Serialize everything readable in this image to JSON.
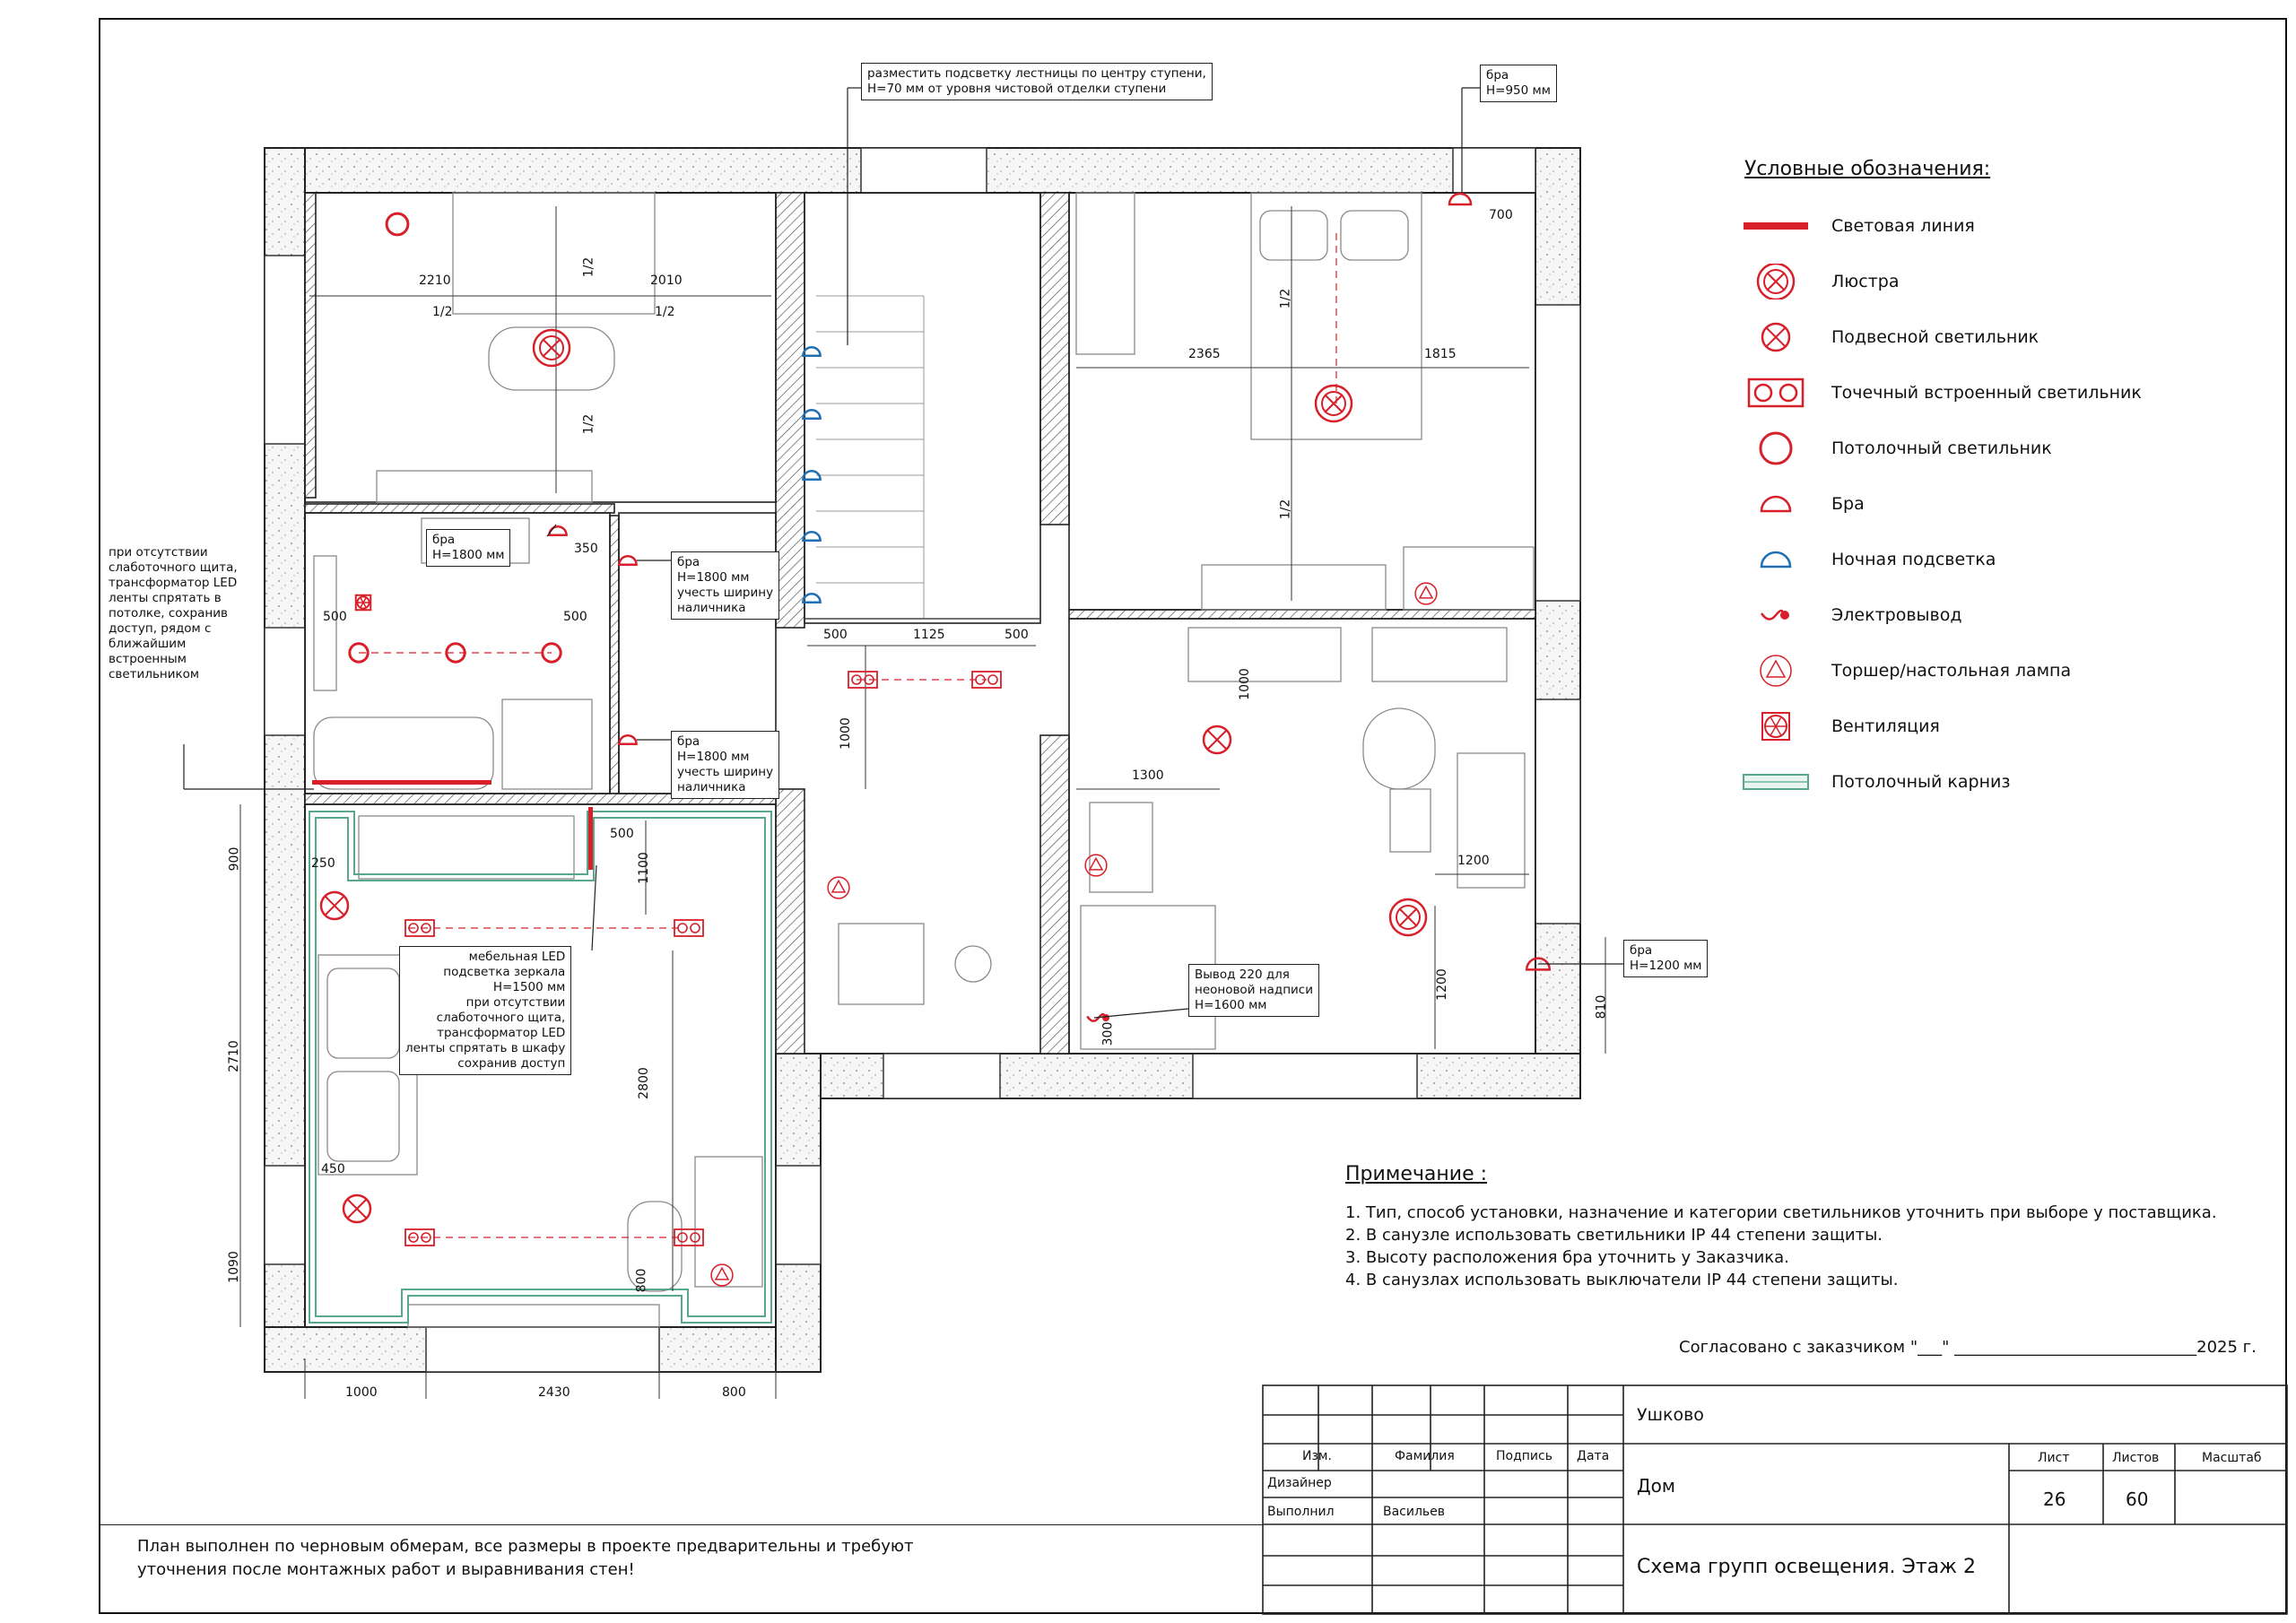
{
  "colors": {
    "accent_red": "#d7202a",
    "blue_night": "#1f6fb5",
    "green_cornice": "#5aa88c",
    "line": "#1a1a1a",
    "wall_fill": "#f3f3f3"
  },
  "callouts": {
    "stair_light": "разместить подсветку лестницы по центру ступени,\nН=70 мм от уровня чистовой отделки ступени",
    "bra_950": "бра\nН=950 мм",
    "bra_1800_wc": "бра\nН=1800 мм",
    "bra_1800_a": "бра\nН=1800 мм\nучесть ширину\nналичника",
    "bra_1800_b": "бра\nН=1800 мм\nучесть ширину\nналичника",
    "bra_1200": "бра\nН=1200 мм",
    "transformer_left": "при отсутствии\nслаботочного щита,\nтрансформатор LED\nленты спрятать в\nпотолке, сохранив\nдоступ, рядом с\nближайшим\nвстроенным\nсветильником",
    "mirror_led": "мебельная LED\nподсветка зеркала\nН=1500 мм\nпри отсутствии\nслаботочного щита,\nтрансформатор LED\nленты спрятать в шкафу\nсохранив доступ",
    "neon_output": "Вывод 220 для\nнеоновой надписи\nН=1600 мм"
  },
  "dimensions": {
    "d2210": "2210",
    "d2010": "2010",
    "d1_2": "1/2",
    "d2365": "2365",
    "d1815": "1815",
    "d700": "700",
    "d350": "350",
    "d500": "500",
    "d1125": "1125",
    "d1000": "1000",
    "d1300": "1300",
    "d1200": "1200",
    "d250": "250",
    "d1100": "1100",
    "d900": "900",
    "d2710": "2710",
    "d1090": "1090",
    "d2800": "2800",
    "d800": "800",
    "d450": "450",
    "d2430": "2430",
    "d810": "810",
    "d300": "300"
  },
  "legend": {
    "title": "Условные обозначения:",
    "items": [
      {
        "icon": "light-line",
        "label": "Световая линия"
      },
      {
        "icon": "chandelier-icon",
        "label": "Люстра"
      },
      {
        "icon": "pendant-lamp-icon",
        "label": "Подвесной светильник"
      },
      {
        "icon": "recessed-spot-icon",
        "label": "Точечный встроенный светильник"
      },
      {
        "icon": "ceiling-lamp-icon",
        "label": "Потолочный светильник"
      },
      {
        "icon": "wall-sconce-icon",
        "label": "Бра"
      },
      {
        "icon": "night-light-icon",
        "label": "Ночная подсветка"
      },
      {
        "icon": "power-outlet-icon",
        "label": "Электровывод"
      },
      {
        "icon": "floor-lamp-icon",
        "label": "Торшер/настольная лампа"
      },
      {
        "icon": "ventilation-icon",
        "label": "Вентиляция"
      },
      {
        "icon": "ceiling-cornice-icon",
        "label": "Потолочный карниз"
      }
    ]
  },
  "notes": {
    "title": "Примечание :",
    "items": [
      "1. Тип, способ установки, назначение и категории светильников уточнить при выборе у поставщика.",
      "2. В санузле использовать светильники IP 44 степени защиты.",
      "3. Высоту расположения бра уточнить у Заказчика.",
      "4. В санузлах использовать выключатели IP 44 степени защиты."
    ],
    "agreement": "Согласовано с заказчиком \"___\" ______________________________2025 г."
  },
  "footer_note": "План выполнен по черновым обмерам, все размеры в проекте предварительны и требуют\nуточнения после монтажных работ и выравнивания стен!",
  "title_block": {
    "location": "Ушково",
    "col_change": "Изм.",
    "col_surname": "Фамилия",
    "col_signature": "Подпись",
    "col_date": "Дата",
    "designer_label": "Дизайнер",
    "executed_label": "Выполнил",
    "executed_name": "Васильев",
    "project": "Дом",
    "sheet_label": "Лист",
    "sheets_label": "Листов",
    "scale_label": "Масштаб",
    "sheet": "26",
    "sheets": "60",
    "scale": "",
    "drawing_title": "Схема групп освещения. Этаж 2"
  }
}
